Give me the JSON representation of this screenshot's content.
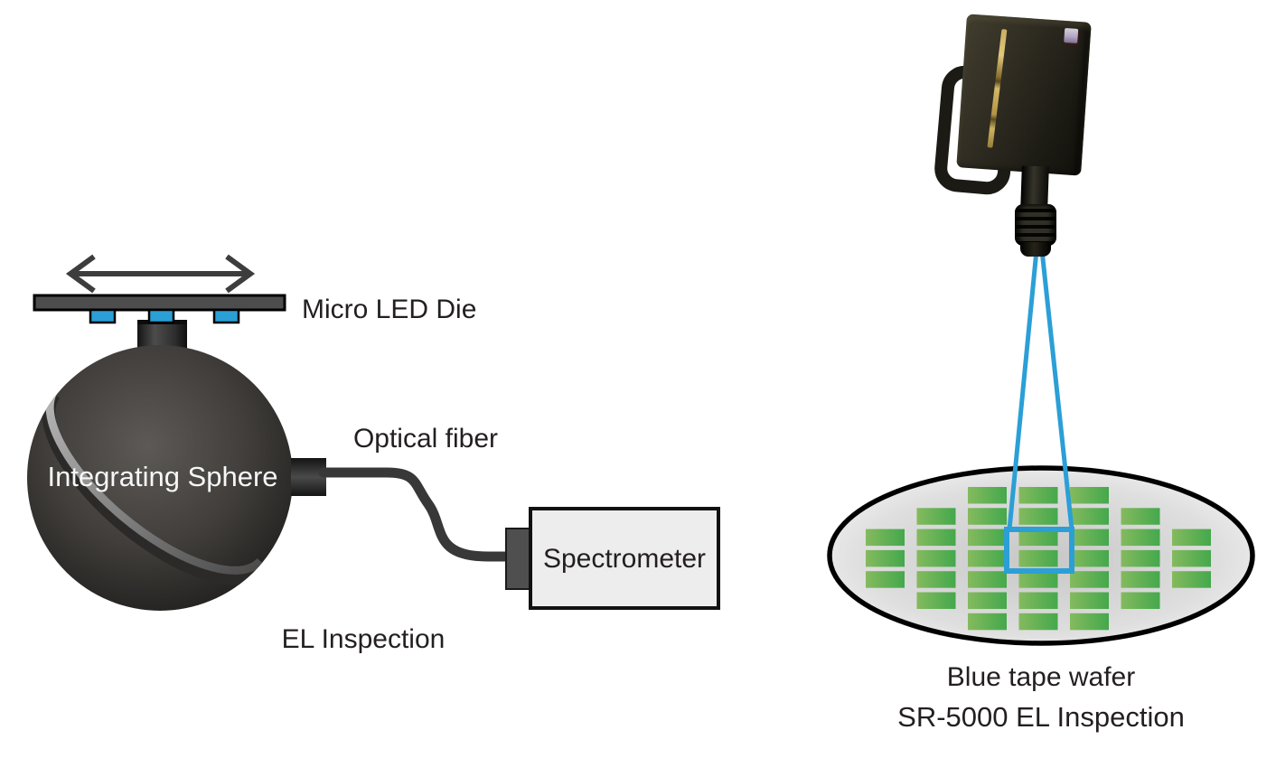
{
  "figure": {
    "left": {
      "labels": {
        "micro_led_die": "Micro LED Die",
        "integrating_sphere": "Integrating Sphere",
        "optical_fiber": "Optical fiber",
        "spectrometer": "Spectrometer",
        "caption": "EL Inspection"
      }
    },
    "right": {
      "labels": {
        "caption_line1": "Blue tape wafer",
        "caption_line2": "SR-5000 EL Inspection"
      },
      "wafer": {
        "die_rows_pattern": [
          3,
          5,
          7,
          7,
          7,
          5,
          3
        ],
        "total_dies": 37
      }
    }
  },
  "colors": {
    "accent_blue": "#2B9FD6",
    "chip_blue": "#2B9FD6",
    "die_green_left": "#85BA5E",
    "die_green_right": "#44A84C",
    "text": "#231F20"
  }
}
